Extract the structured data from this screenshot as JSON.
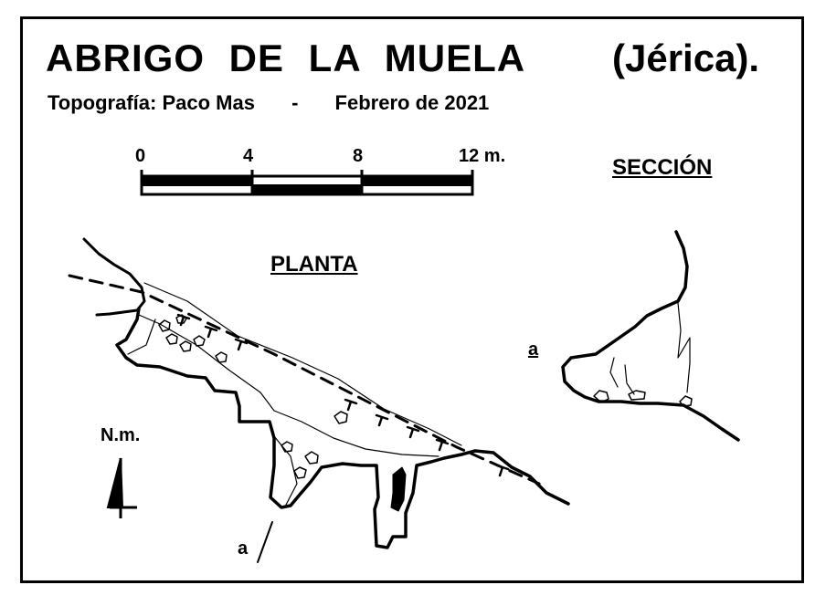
{
  "title": "ABRIGO DE LA MUELA",
  "location": "(Jérica).",
  "credits": {
    "author": "Topografía:  Paco Mas",
    "separator": "-",
    "date": "Febrero de 2021"
  },
  "scale_bar": {
    "ticks": [
      "0",
      "4",
      "8",
      "12 m."
    ]
  },
  "section_label": "SECCIÓN",
  "plan_label": "PLANTA",
  "north_label": "N.m.",
  "cut_label_section": "a",
  "cut_label_plan": "a",
  "colors": {
    "ink": "#000000",
    "paper": "#ffffff"
  }
}
